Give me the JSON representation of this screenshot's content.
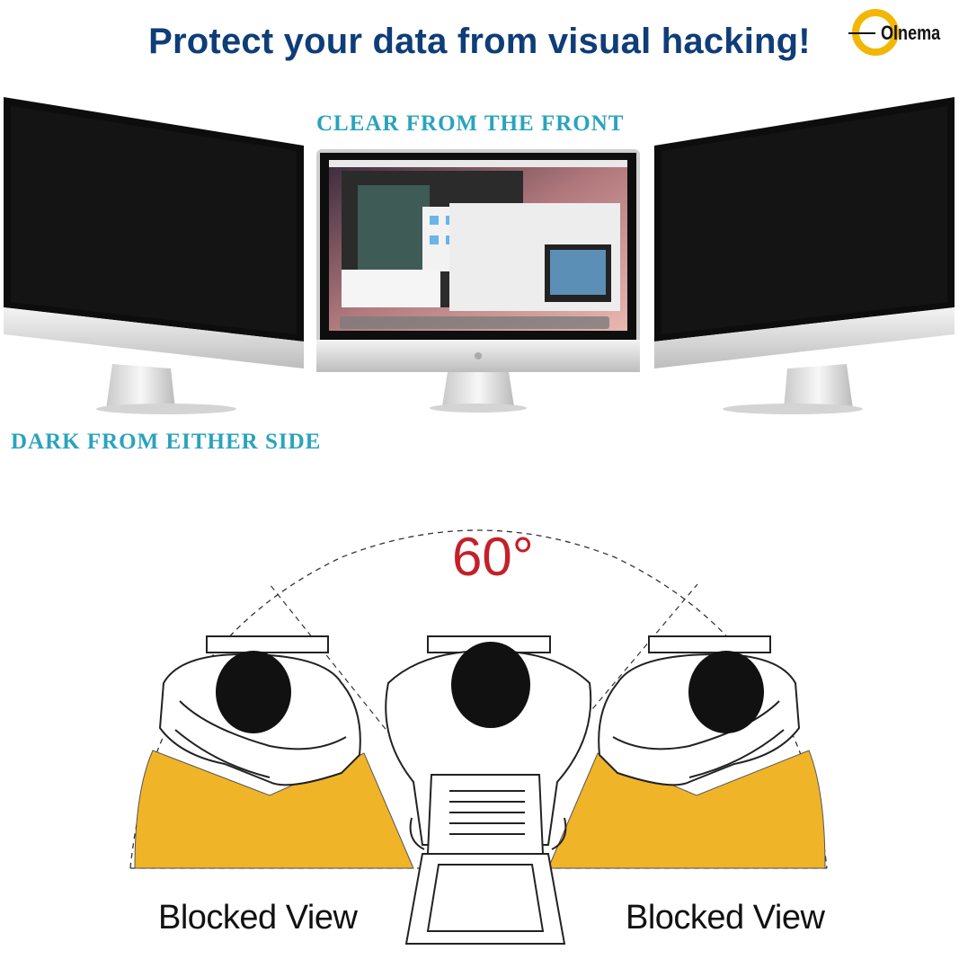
{
  "headline": "Protect your data from visual hacking!",
  "brand": {
    "name": "Olnema",
    "ring_color": "#f2b705"
  },
  "captions": {
    "front": "CLEAR FROM THE FRONT",
    "side": "DARK FROM EITHER SIDE",
    "color": "#2aa3bd"
  },
  "diagram": {
    "angle_label": "60°",
    "blocked_left": "Blocked View",
    "blocked_right": "Blocked View",
    "blocked_color": "#f0b429",
    "angle_color": "#c4202a"
  },
  "colors": {
    "headline": "#0f3d78"
  }
}
